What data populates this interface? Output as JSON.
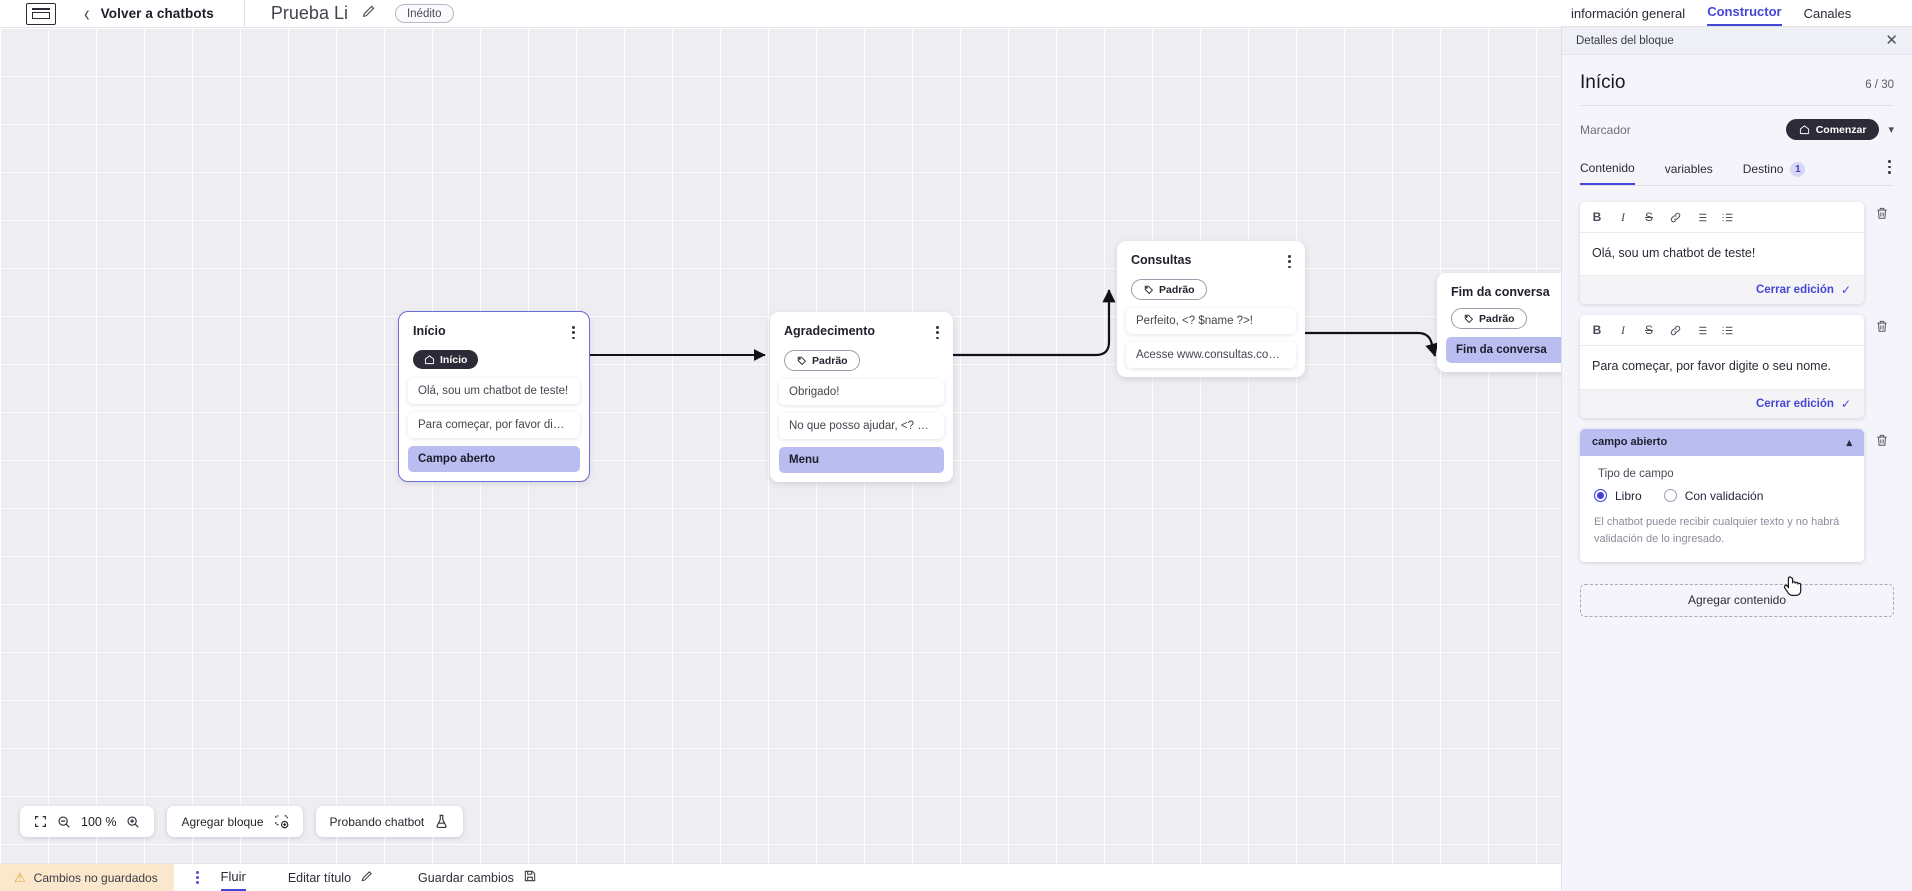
{
  "topbar": {
    "logo_name": "app-logo",
    "back_label": "Volver a chatbots",
    "bot_title": "Prueba Li",
    "status_badge": "Inédito"
  },
  "right_tabs": [
    {
      "label": "información general",
      "active": false
    },
    {
      "label": "Constructor",
      "active": true
    },
    {
      "label": "Canales",
      "active": false
    }
  ],
  "canvas": {
    "nodes": [
      {
        "title": "Início",
        "tag": "Início",
        "tag_type": "start",
        "rows": [
          {
            "text": "Olá, sou um chatbot de teste!",
            "highlight": false
          },
          {
            "text": "Para começar, por favor digite o ...",
            "highlight": false
          },
          {
            "text": "Campo aberto",
            "highlight": true
          }
        ]
      },
      {
        "title": "Agradecimento",
        "tag": "Padrão",
        "tag_type": "pattern",
        "rows": [
          {
            "text": "Obrigado!",
            "highlight": false
          },
          {
            "text": "No que posso ajudar, <? $name ...",
            "highlight": false
          },
          {
            "text": "Menu",
            "highlight": true
          }
        ]
      },
      {
        "title": "Consultas",
        "tag": "Padrão",
        "tag_type": "pattern",
        "rows": [
          {
            "text": "Perfeito, <? $name ?>!",
            "highlight": false
          },
          {
            "text": "Acesse www.consultas.com par...",
            "highlight": false
          }
        ]
      },
      {
        "title": "Fim da conversa",
        "tag": "Padrão",
        "tag_type": "pattern",
        "rows": [
          {
            "text": "Fim da conversa",
            "highlight": true
          }
        ]
      }
    ],
    "controls": {
      "fit_icon": "fit-screen-icon",
      "zoom_out_icon": "zoom-out-icon",
      "zoom_level": "100 %",
      "zoom_in_icon": "zoom-in-icon",
      "add_block": "Agregar bloque",
      "add_block_icon": "add-block-icon",
      "test_bot": "Probando chatbot",
      "test_bot_icon": "flask-icon"
    }
  },
  "bottombar": {
    "unsaved": "Cambios no guardados",
    "warn_icon": "warning-icon",
    "kebab_icon": "kebab-icon",
    "flow_tab": "Fluir",
    "edit_title": "Editar título",
    "edit_title_icon": "pencil-icon",
    "save_changes": "Guardar cambios",
    "save_icon": "save-disk-icon"
  },
  "panel": {
    "header": "Detalles del bloque",
    "close_icon": "close-icon",
    "block_title": "Início",
    "block_count": "6 / 30",
    "marker_label": "Marcador",
    "marker_value": "Comenzar",
    "marker_icon": "home-icon",
    "marker_chevron": "chevron-down-icon",
    "tabs": [
      {
        "label": "Contenido",
        "active": true,
        "count": null
      },
      {
        "label": "variables",
        "active": false,
        "count": null
      },
      {
        "label": "Destino",
        "active": false,
        "count": "1"
      }
    ],
    "rte_tools": [
      "B",
      "I",
      "S",
      "link-icon",
      "bullet-list-icon",
      "numbered-list-icon"
    ],
    "cards": [
      {
        "text": "Olá, sou um chatbot de teste!",
        "close_label": "Cerrar edición",
        "trash_icon": "trash-icon"
      },
      {
        "text": "Para começar, por favor digite o seu nome.",
        "close_label": "Cerrar edición",
        "trash_icon": "trash-icon"
      }
    ],
    "field_card": {
      "head": "campo abierto",
      "collapse_icon": "chevron-up-icon",
      "trash_icon": "trash-icon",
      "type_label": "Tipo de campo",
      "options": [
        {
          "label": "Libro",
          "selected": true
        },
        {
          "label": "Con validación",
          "selected": false
        }
      ],
      "hint": "El chatbot puede recibir cualquier texto y no habrá validación de lo ingresado."
    },
    "add_content": "Agregar contenido"
  },
  "colors": {
    "accent": "#4646d6",
    "highlight": "#b9bdf0",
    "dark": "#2c2c38",
    "warn_bg": "#fbe7cb",
    "canvas_bg": "#eeeef2",
    "panel_bg": "#f4f4fa"
  }
}
